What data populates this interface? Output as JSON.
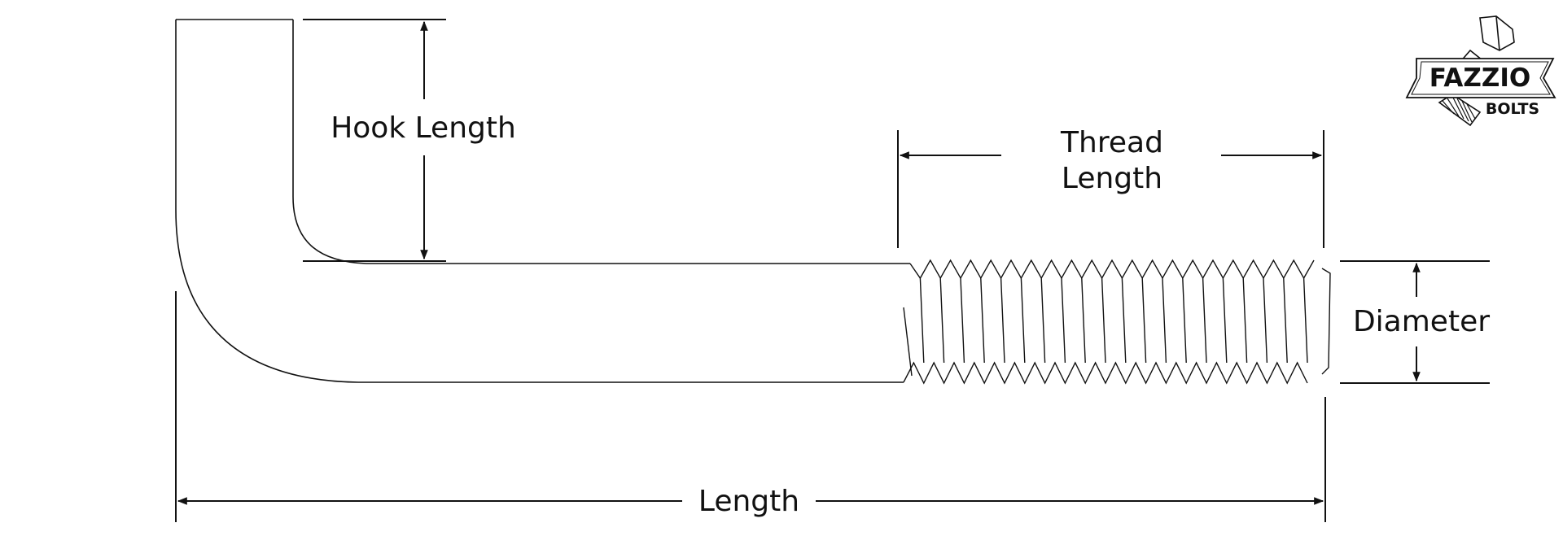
{
  "labels": {
    "hook_length": "Hook Length",
    "thread_length_line1": "Thread",
    "thread_length_line2": "Length",
    "diameter": "Diameter",
    "length": "Length"
  },
  "logo": {
    "brand": "FAZZIO",
    "sub": "BOLTS"
  },
  "colors": {
    "line": "#111111",
    "background": "#ffffff"
  },
  "icons": {
    "logo": "bolt-logo-icon",
    "dimension_arrow": "arrowhead"
  }
}
